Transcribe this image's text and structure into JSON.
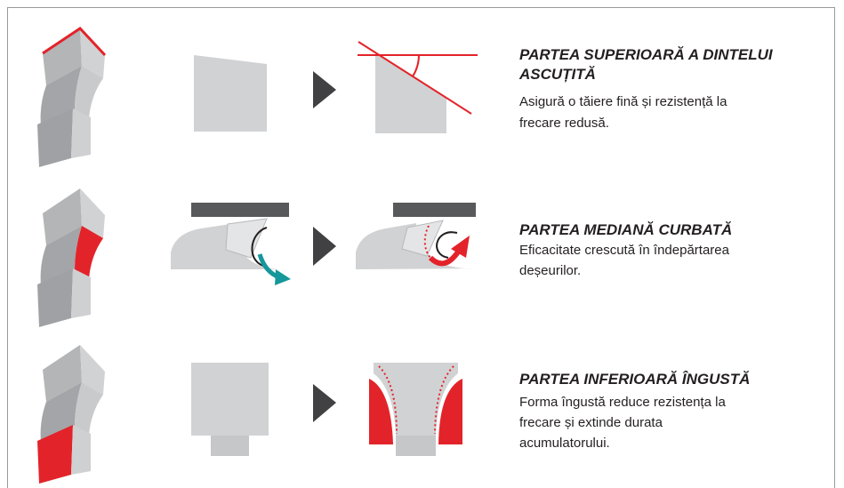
{
  "colors": {
    "red": "#e3232a",
    "teal": "#15979b",
    "gray": "#d1d2d4",
    "dark": "#58595b",
    "arrow": "#414042"
  },
  "rows": [
    {
      "title": [
        "PARTEA SUPERIOARĂ A DINTELUI",
        "ASCUȚITĂ"
      ],
      "description": [
        "Asigură o tăiere fină și rezistență la",
        "frecare redusă."
      ]
    },
    {
      "title": [
        "PARTEA MEDIANĂ CURBATĂ"
      ],
      "description": [
        "Eficacitate crescută în îndepărtarea",
        "deșeurilor."
      ]
    },
    {
      "title": [
        "PARTEA INFERIOARĂ ÎNGUSTĂ"
      ],
      "description": [
        "Forma îngustă reduce rezistența la",
        "frecare și extinde durata",
        "acumulatorului."
      ]
    }
  ]
}
